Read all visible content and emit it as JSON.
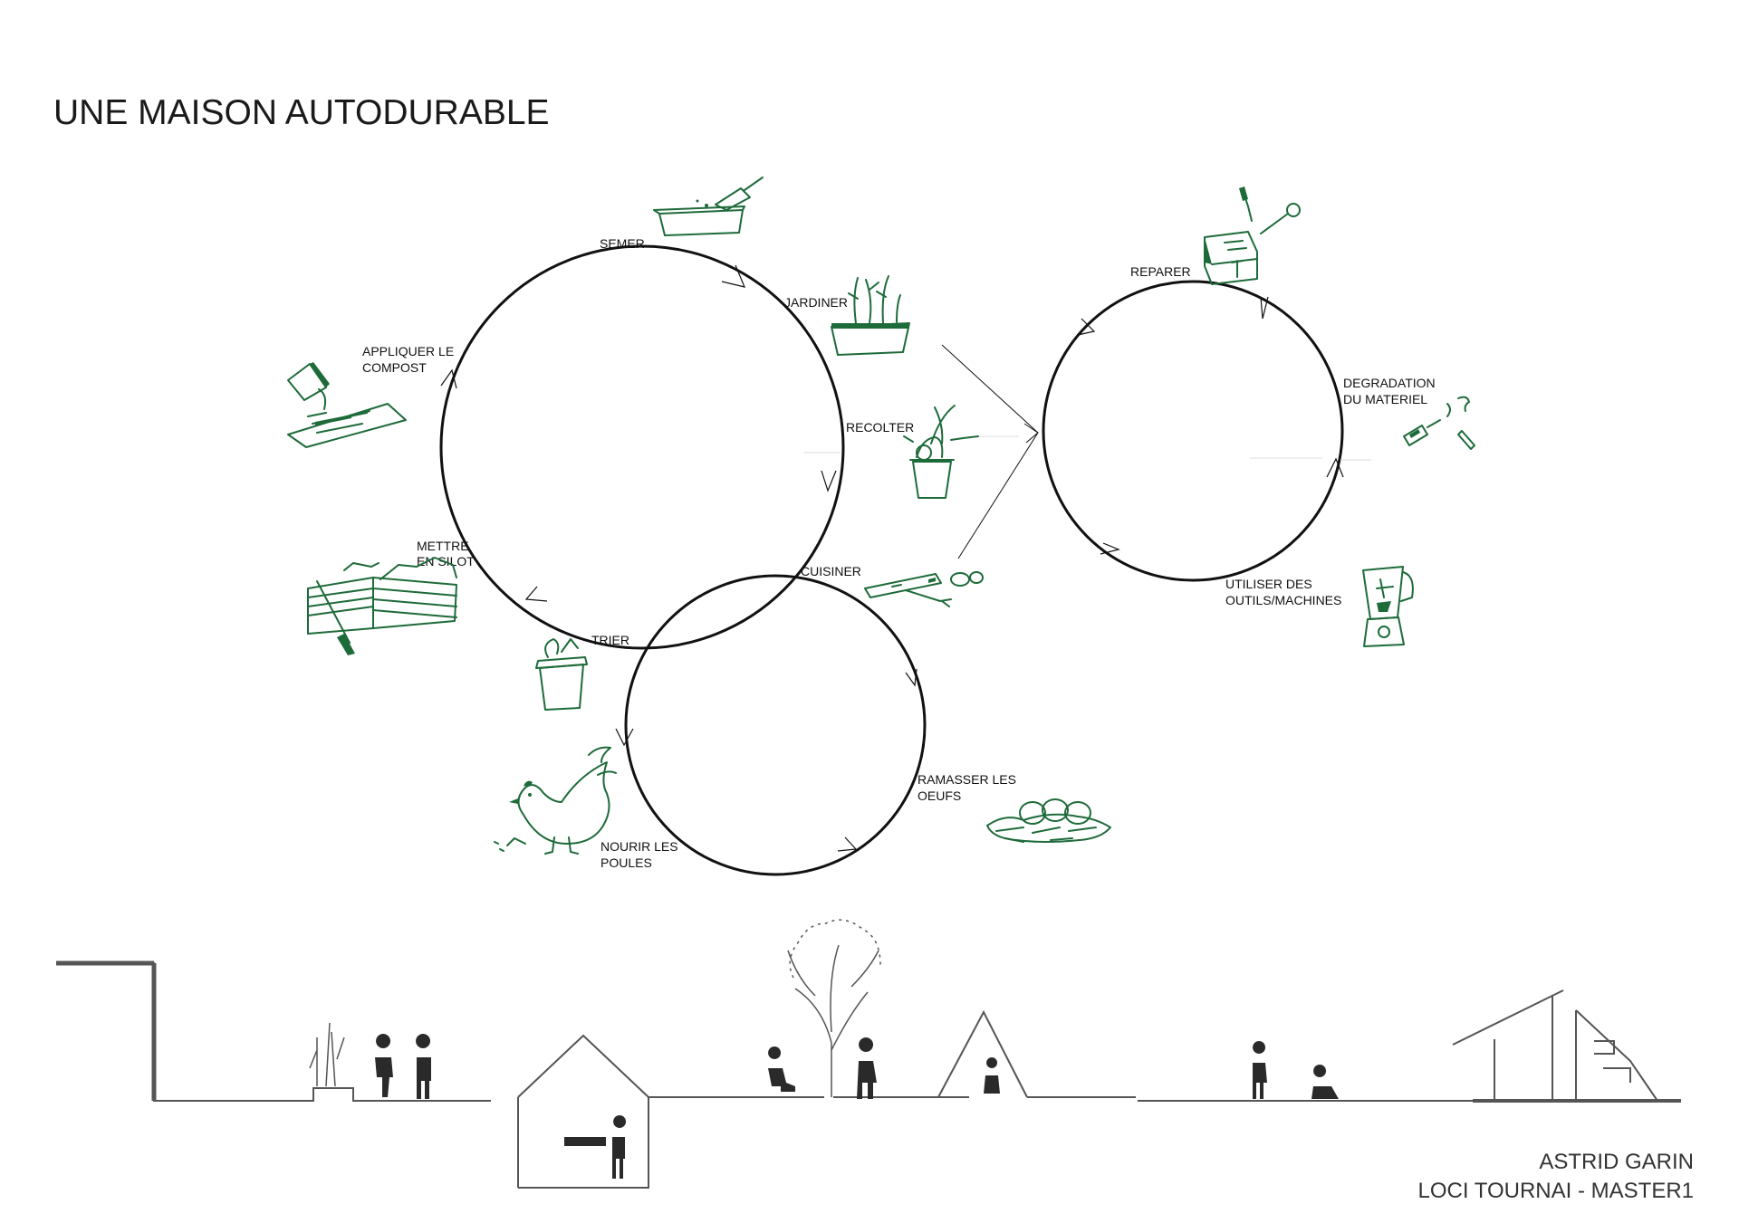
{
  "title": "UNE MAISON AUTODURABLE",
  "credits": {
    "author": "ASTRID GARIN",
    "program": "LOCI TOURNAI - MASTER1"
  },
  "colors": {
    "accent": "#1e6b3a",
    "ink": "#111111"
  },
  "cycles": {
    "garden": [
      "SEMER",
      "JARDINER",
      "RECOLTER",
      "CUISINER",
      "TRIER",
      "METTRE",
      "EN SILOT",
      "APPLIQUER LE",
      "COMPOST"
    ],
    "poultry": [
      "RAMASSER LES",
      "OEUFS",
      "NOURIR LES",
      "POULES"
    ],
    "repair": [
      "REPARER",
      "DEGRADATION",
      "DU MATERIEL",
      "UTILISER DES",
      "OUTILS/MACHINES"
    ]
  },
  "labels": {
    "semer": "SEMER",
    "jardiner": "JARDINER",
    "recolter": "RECOLTER",
    "cuisiner": "CUISINER",
    "trier": "TRIER",
    "mettre_1": "METTRE",
    "mettre_2": "EN SILOT",
    "compost_1": "APPLIQUER LE",
    "compost_2": "COMPOST",
    "oeufs_1": "RAMASSER LES",
    "oeufs_2": "OEUFS",
    "poules_1": "NOURIR LES",
    "poules_2": "POULES",
    "reparer": "REPARER",
    "degradation_1": "DEGRADATION",
    "degradation_2": "DU MATERIEL",
    "outils_1": "UTILISER DES",
    "outils_2": "OUTILS/MACHINES"
  },
  "icons": {
    "semer": "seed-tray-trowel-icon",
    "jardiner": "planter-icon",
    "recolter": "harvest-bucket-icon",
    "cuisiner": "cutting-board-icon",
    "trier": "sorting-bin-icon",
    "mettre": "silo-crates-icon",
    "compost": "compost-bucket-icon",
    "oeufs": "egg-nest-icon",
    "poules": "hen-icon",
    "reparer": "toaster-tools-icon",
    "degradation": "broken-tools-icon",
    "outils": "blender-icon"
  }
}
